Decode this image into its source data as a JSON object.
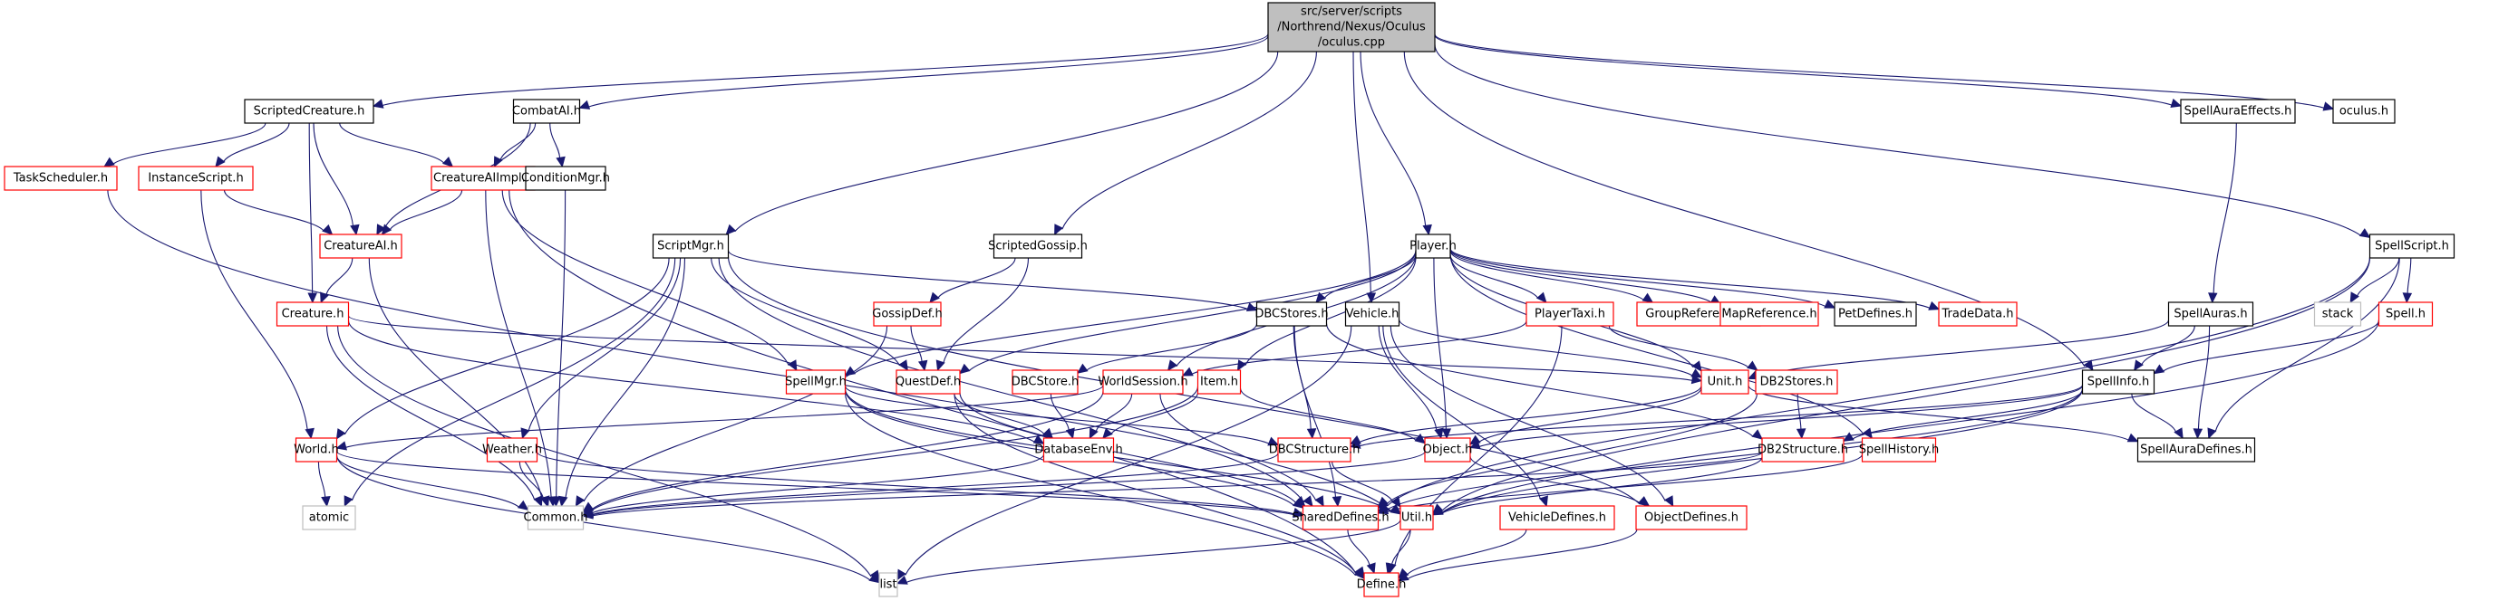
{
  "diagram": {
    "type": "include-dependency-graph",
    "root": "oculus_cpp",
    "legend_colors": {
      "edge": "#191970",
      "documented_border": "#000000",
      "truncated_border": "#ff0000",
      "external_border": "#bfbfbf",
      "root_fill": "#bfbfbf"
    },
    "nodes": [
      {
        "id": "oculus_cpp",
        "lines": [
          "src/server/scripts",
          "/Northrend/Nexus/Oculus",
          "/oculus.cpp"
        ],
        "style": "root"
      },
      {
        "id": "ScriptedCreature",
        "lines": [
          "ScriptedCreature.h"
        ],
        "style": "black"
      },
      {
        "id": "CombatAI",
        "lines": [
          "CombatAI.h"
        ],
        "style": "black"
      },
      {
        "id": "SpellAuraEffects",
        "lines": [
          "SpellAuraEffects.h"
        ],
        "style": "black"
      },
      {
        "id": "oculus_h",
        "lines": [
          "oculus.h"
        ],
        "style": "black"
      },
      {
        "id": "TaskScheduler",
        "lines": [
          "TaskScheduler.h"
        ],
        "style": "red"
      },
      {
        "id": "InstanceScript",
        "lines": [
          "InstanceScript.h"
        ],
        "style": "red"
      },
      {
        "id": "CreatureAIImpl",
        "lines": [
          "CreatureAIImpl.h"
        ],
        "style": "red"
      },
      {
        "id": "ConditionMgr",
        "lines": [
          "ConditionMgr.h"
        ],
        "style": "black"
      },
      {
        "id": "CreatureAI",
        "lines": [
          "CreatureAI.h"
        ],
        "style": "red"
      },
      {
        "id": "ScriptMgr",
        "lines": [
          "ScriptMgr.h"
        ],
        "style": "black"
      },
      {
        "id": "ScriptedGossip",
        "lines": [
          "ScriptedGossip.h"
        ],
        "style": "black"
      },
      {
        "id": "Player",
        "lines": [
          "Player.h"
        ],
        "style": "black"
      },
      {
        "id": "SpellScript",
        "lines": [
          "SpellScript.h"
        ],
        "style": "black"
      },
      {
        "id": "Creature",
        "lines": [
          "Creature.h"
        ],
        "style": "red"
      },
      {
        "id": "GossipDef",
        "lines": [
          "GossipDef.h"
        ],
        "style": "red"
      },
      {
        "id": "DBCStores",
        "lines": [
          "DBCStores.h"
        ],
        "style": "black"
      },
      {
        "id": "Vehicle",
        "lines": [
          "Vehicle.h"
        ],
        "style": "black"
      },
      {
        "id": "PlayerTaxi",
        "lines": [
          "PlayerTaxi.h"
        ],
        "style": "red"
      },
      {
        "id": "GroupReference",
        "lines": [
          "GroupReference.h"
        ],
        "style": "red"
      },
      {
        "id": "MapReference",
        "lines": [
          "MapReference.h"
        ],
        "style": "red"
      },
      {
        "id": "PetDefines",
        "lines": [
          "PetDefines.h"
        ],
        "style": "black"
      },
      {
        "id": "TradeData",
        "lines": [
          "TradeData.h"
        ],
        "style": "red"
      },
      {
        "id": "SpellAuras",
        "lines": [
          "SpellAuras.h"
        ],
        "style": "black"
      },
      {
        "id": "stack",
        "lines": [
          "stack"
        ],
        "style": "grey"
      },
      {
        "id": "Spell",
        "lines": [
          "Spell.h"
        ],
        "style": "red"
      },
      {
        "id": "SpellMgr",
        "lines": [
          "SpellMgr.h"
        ],
        "style": "red"
      },
      {
        "id": "QuestDef",
        "lines": [
          "QuestDef.h"
        ],
        "style": "red"
      },
      {
        "id": "DBCStore",
        "lines": [
          "DBCStore.h"
        ],
        "style": "red"
      },
      {
        "id": "WorldSession",
        "lines": [
          "WorldSession.h"
        ],
        "style": "red"
      },
      {
        "id": "Item",
        "lines": [
          "Item.h"
        ],
        "style": "red"
      },
      {
        "id": "Unit",
        "lines": [
          "Unit.h"
        ],
        "style": "red"
      },
      {
        "id": "DB2Stores",
        "lines": [
          "DB2Stores.h"
        ],
        "style": "red"
      },
      {
        "id": "SpellInfo",
        "lines": [
          "SpellInfo.h"
        ],
        "style": "black"
      },
      {
        "id": "World",
        "lines": [
          "World.h"
        ],
        "style": "red"
      },
      {
        "id": "Weather",
        "lines": [
          "Weather.h"
        ],
        "style": "red"
      },
      {
        "id": "DatabaseEnv",
        "lines": [
          "DatabaseEnv.h"
        ],
        "style": "red"
      },
      {
        "id": "DBCStructure",
        "lines": [
          "DBCStructure.h"
        ],
        "style": "red"
      },
      {
        "id": "Object",
        "lines": [
          "Object.h"
        ],
        "style": "red"
      },
      {
        "id": "DB2Structure",
        "lines": [
          "DB2Structure.h"
        ],
        "style": "red"
      },
      {
        "id": "SpellHistory",
        "lines": [
          "SpellHistory.h"
        ],
        "style": "red"
      },
      {
        "id": "SpellAuraDefines",
        "lines": [
          "SpellAuraDefines.h"
        ],
        "style": "black"
      },
      {
        "id": "atomic",
        "lines": [
          "atomic"
        ],
        "style": "grey"
      },
      {
        "id": "Common",
        "lines": [
          "Common.h"
        ],
        "style": "grey"
      },
      {
        "id": "SharedDefines",
        "lines": [
          "SharedDefines.h"
        ],
        "style": "red"
      },
      {
        "id": "Util",
        "lines": [
          "Util.h"
        ],
        "style": "red"
      },
      {
        "id": "VehicleDefines",
        "lines": [
          "VehicleDefines.h"
        ],
        "style": "red"
      },
      {
        "id": "ObjectDefines",
        "lines": [
          "ObjectDefines.h"
        ],
        "style": "red"
      },
      {
        "id": "list",
        "lines": [
          "list"
        ],
        "style": "grey"
      },
      {
        "id": "Define",
        "lines": [
          "Define.h"
        ],
        "style": "red"
      }
    ],
    "edges": [
      [
        "oculus_cpp",
        "ScriptedCreature"
      ],
      [
        "oculus_cpp",
        "CombatAI"
      ],
      [
        "oculus_cpp",
        "SpellAuraEffects"
      ],
      [
        "oculus_cpp",
        "oculus_h"
      ],
      [
        "oculus_cpp",
        "ScriptMgr"
      ],
      [
        "oculus_cpp",
        "ScriptedGossip"
      ],
      [
        "oculus_cpp",
        "Player"
      ],
      [
        "oculus_cpp",
        "Vehicle"
      ],
      [
        "oculus_cpp",
        "SpellScript"
      ],
      [
        "oculus_cpp",
        "SpellInfo"
      ],
      [
        "ScriptedCreature",
        "TaskScheduler"
      ],
      [
        "ScriptedCreature",
        "InstanceScript"
      ],
      [
        "ScriptedCreature",
        "CreatureAIImpl"
      ],
      [
        "ScriptedCreature",
        "CreatureAI"
      ],
      [
        "ScriptedCreature",
        "Creature"
      ],
      [
        "CombatAI",
        "CreatureAIImpl"
      ],
      [
        "CombatAI",
        "ConditionMgr"
      ],
      [
        "CombatAI",
        "CreatureAI"
      ],
      [
        "TaskScheduler",
        "Util"
      ],
      [
        "InstanceScript",
        "CreatureAI"
      ],
      [
        "InstanceScript",
        "World"
      ],
      [
        "CreatureAIImpl",
        "CreatureAI"
      ],
      [
        "CreatureAIImpl",
        "Common"
      ],
      [
        "CreatureAIImpl",
        "SpellMgr"
      ],
      [
        "CreatureAIImpl",
        "Define"
      ],
      [
        "ConditionMgr",
        "Common"
      ],
      [
        "CreatureAI",
        "Creature"
      ],
      [
        "CreatureAI",
        "Common"
      ],
      [
        "Creature",
        "Unit"
      ],
      [
        "Creature",
        "DatabaseEnv"
      ],
      [
        "Creature",
        "Common"
      ],
      [
        "Creature",
        "list"
      ],
      [
        "ScriptMgr",
        "DBCStores"
      ],
      [
        "ScriptMgr",
        "QuestDef"
      ],
      [
        "ScriptMgr",
        "World"
      ],
      [
        "ScriptMgr",
        "Weather"
      ],
      [
        "ScriptMgr",
        "Common"
      ],
      [
        "ScriptMgr",
        "SharedDefines"
      ],
      [
        "ScriptMgr",
        "atomic"
      ],
      [
        "ScriptMgr",
        "ObjectDefines"
      ],
      [
        "ScriptedGossip",
        "GossipDef"
      ],
      [
        "ScriptedGossip",
        "QuestDef"
      ],
      [
        "GossipDef",
        "QuestDef"
      ],
      [
        "GossipDef",
        "Common"
      ],
      [
        "Player",
        "DBCStores"
      ],
      [
        "Player",
        "PlayerTaxi"
      ],
      [
        "Player",
        "GroupReference"
      ],
      [
        "Player",
        "MapReference"
      ],
      [
        "Player",
        "PetDefines"
      ],
      [
        "Player",
        "TradeData"
      ],
      [
        "Player",
        "SpellMgr"
      ],
      [
        "Player",
        "QuestDef"
      ],
      [
        "Player",
        "WorldSession"
      ],
      [
        "Player",
        "Item"
      ],
      [
        "Player",
        "Unit"
      ],
      [
        "Player",
        "Object"
      ],
      [
        "Player",
        "SpellHistory"
      ],
      [
        "Vehicle",
        "Unit"
      ],
      [
        "Vehicle",
        "Object"
      ],
      [
        "Vehicle",
        "VehicleDefines"
      ],
      [
        "Vehicle",
        "list"
      ],
      [
        "Vehicle",
        "ObjectDefines"
      ],
      [
        "PlayerTaxi",
        "DB2Stores"
      ],
      [
        "PlayerTaxi",
        "Define"
      ],
      [
        "PlayerTaxi",
        "WorldSession"
      ],
      [
        "DBCStores",
        "DBCStore"
      ],
      [
        "DBCStores",
        "DBCStructure"
      ],
      [
        "DBCStores",
        "SharedDefines"
      ],
      [
        "DBCStores",
        "DB2Structure"
      ],
      [
        "SpellMgr",
        "DBCStructure"
      ],
      [
        "SpellMgr",
        "SharedDefines"
      ],
      [
        "SpellMgr",
        "Util"
      ],
      [
        "SpellMgr",
        "Define"
      ],
      [
        "QuestDef",
        "DatabaseEnv"
      ],
      [
        "QuestDef",
        "SharedDefines"
      ],
      [
        "QuestDef",
        "Define"
      ],
      [
        "DBCStore",
        "DatabaseEnv"
      ],
      [
        "WorldSession",
        "DatabaseEnv"
      ],
      [
        "WorldSession",
        "World"
      ],
      [
        "WorldSession",
        "SharedDefines"
      ],
      [
        "WorldSession",
        "Common"
      ],
      [
        "Item",
        "DatabaseEnv"
      ],
      [
        "Item",
        "Object"
      ],
      [
        "Item",
        "Common"
      ],
      [
        "Unit",
        "Object"
      ],
      [
        "Unit",
        "DBCStructure"
      ],
      [
        "Unit",
        "SpellAuraDefines"
      ],
      [
        "DB2Stores",
        "DB2Structure"
      ],
      [
        "DB2Stores",
        "SharedDefines"
      ],
      [
        "SpellAuraEffects",
        "SpellAuras"
      ],
      [
        "SpellAuras",
        "SpellInfo"
      ],
      [
        "SpellAuras",
        "SpellAuraDefines"
      ],
      [
        "SpellAuras",
        "Unit"
      ],
      [
        "SpellScript",
        "stack"
      ],
      [
        "SpellScript",
        "Spell"
      ],
      [
        "SpellScript",
        "SpellAuraDefines"
      ],
      [
        "SpellScript",
        "Util"
      ],
      [
        "SpellScript",
        "SharedDefines"
      ],
      [
        "Spell",
        "SpellInfo"
      ],
      [
        "Spell",
        "Util"
      ],
      [
        "SpellInfo",
        "SpellAuraDefines"
      ],
      [
        "SpellInfo",
        "Object"
      ],
      [
        "SpellInfo",
        "DBCStructure"
      ],
      [
        "SpellInfo",
        "DB2Structure"
      ],
      [
        "SpellInfo",
        "Util"
      ],
      [
        "SpellInfo",
        "SharedDefines"
      ],
      [
        "World",
        "atomic"
      ],
      [
        "World",
        "Common"
      ],
      [
        "World",
        "SharedDefines"
      ],
      [
        "World",
        "list"
      ],
      [
        "Weather",
        "Common"
      ],
      [
        "Weather",
        "SharedDefines"
      ],
      [
        "DatabaseEnv",
        "Common"
      ],
      [
        "DBCStructure",
        "Util"
      ],
      [
        "DBCStructure",
        "Common"
      ],
      [
        "Object",
        "ObjectDefines"
      ],
      [
        "Object",
        "Common"
      ],
      [
        "DB2Structure",
        "Util"
      ],
      [
        "DB2Structure",
        "Common"
      ],
      [
        "SpellHistory",
        "SharedDefines"
      ],
      [
        "SharedDefines",
        "Define"
      ],
      [
        "Util",
        "Define"
      ],
      [
        "Util",
        "list"
      ],
      [
        "VehicleDefines",
        "Define"
      ],
      [
        "ObjectDefines",
        "Define"
      ]
    ]
  }
}
